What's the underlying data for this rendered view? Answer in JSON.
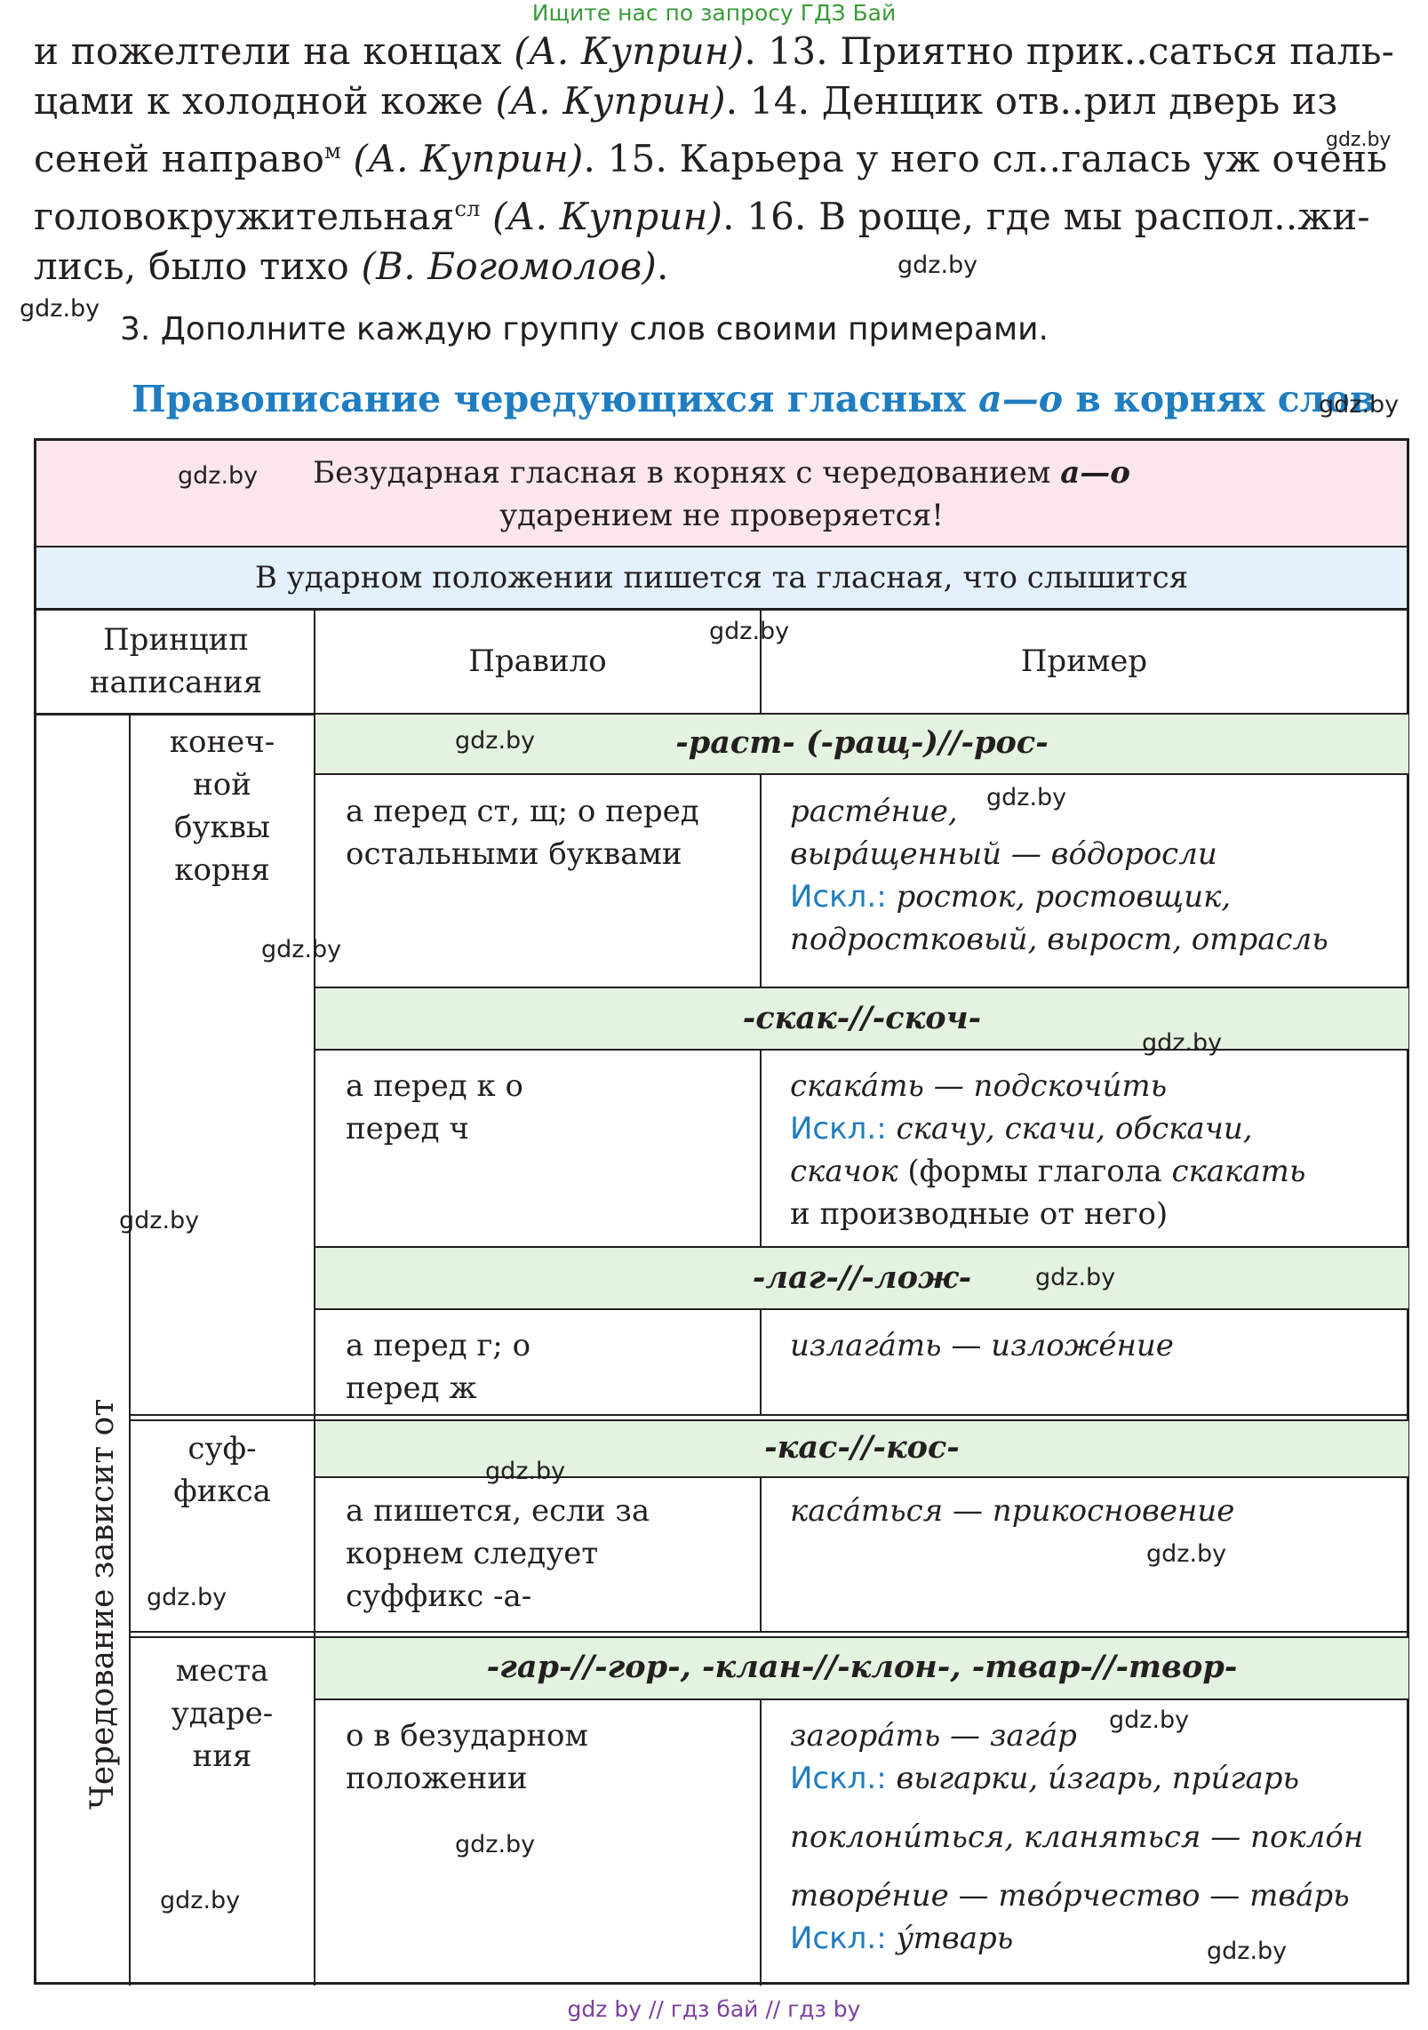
{
  "top_link": "Ищите нас по запросу ГДЗ Бай",
  "watermark": "gdz.by",
  "paragraph": {
    "line1a": "и пожелтели на концах ",
    "line1b": "(А. Куприн)",
    "line1c": ". 13. Приятно прик..саться паль-",
    "line2a": "цами к холодной коже ",
    "line2b": "(А. Куприн)",
    "line2c": ". 14. Денщик отв..рил дверь из",
    "line3a": "сеней направо",
    "line3sup": "м",
    "line3b": " (А. Куприн)",
    "line3c": ". 15. Карьера у него сл..галась уж очень",
    "line4a": "головокружительная",
    "line4sup": "сл",
    "line4b": " (А. Куприн)",
    "line4c": ". 16. В роще, где мы распол..жи-",
    "line5a": "лись, было тихо ",
    "line5b": "(В. Богомолов)",
    "line5c": "."
  },
  "task": "3. Дополните каждую группу слов своими примерами.",
  "heading": {
    "part1": "Правописание чередующихся гласных ",
    "part2": "а—о",
    "part3": " в корнях слов"
  },
  "table": {
    "pink_line1a": "Безударная гласная в корнях с чередованием ",
    "pink_line1b": "а—о",
    "pink_line2": "ударением не проверяется!",
    "blue": "В ударном положении пишется та гласная, что слышится",
    "col1": "Принцип написания",
    "col2": "Правило",
    "col3": "Пример",
    "vertical": "Чередование зависит от",
    "group1": "конеч-ной буквы корня",
    "group2": "суф-фикса",
    "group3": "места ударе-ния",
    "roots": [
      "-раст- (-ращ-)//-рос-",
      "-скак-//-скоч-",
      "-лаг-//-лож-",
      "-кас-//-кос-",
      "-гар-//-гор-, -клан-//-клон-, -твар-//-твор-"
    ],
    "rules": {
      "r1": "а перед ст, щ; о перед остальными буквами",
      "r2": "а перед к о перед ч",
      "r3": "а перед г; о перед ж",
      "r4": "а пишется, если за корнем следует суффикс -а-",
      "r5": "о в безударном положении"
    },
    "examples": {
      "e1a": "растéние,",
      "e1b": "вырáщенный — вóдоросли",
      "iskl": "Искл.:",
      "e1c": " росток, ростовщик,",
      "e1d": "подростковый, вырост, отрасль",
      "e2a": "скакáть — подскочúть",
      "e2c": " скачу, скачи, обскачи,",
      "e2d1": "скачок",
      "e2d2": " (формы глагола ",
      "e2d3": "скакать",
      "e2e": "и производные от него)",
      "e3a": "излагáть — изложéние",
      "e4a": "касáться — прикосновение",
      "e5a": "загорáть — загáр",
      "e5b": " выгарки, úзгарь, прúгарь",
      "e5c": "поклонúться, кланяться — поклóн",
      "e5d": "творéние — твóрчество — твáрь",
      "e5e": " ýтварь"
    }
  },
  "footer": "gdz by  //  гдз бай  //  гдз by"
}
